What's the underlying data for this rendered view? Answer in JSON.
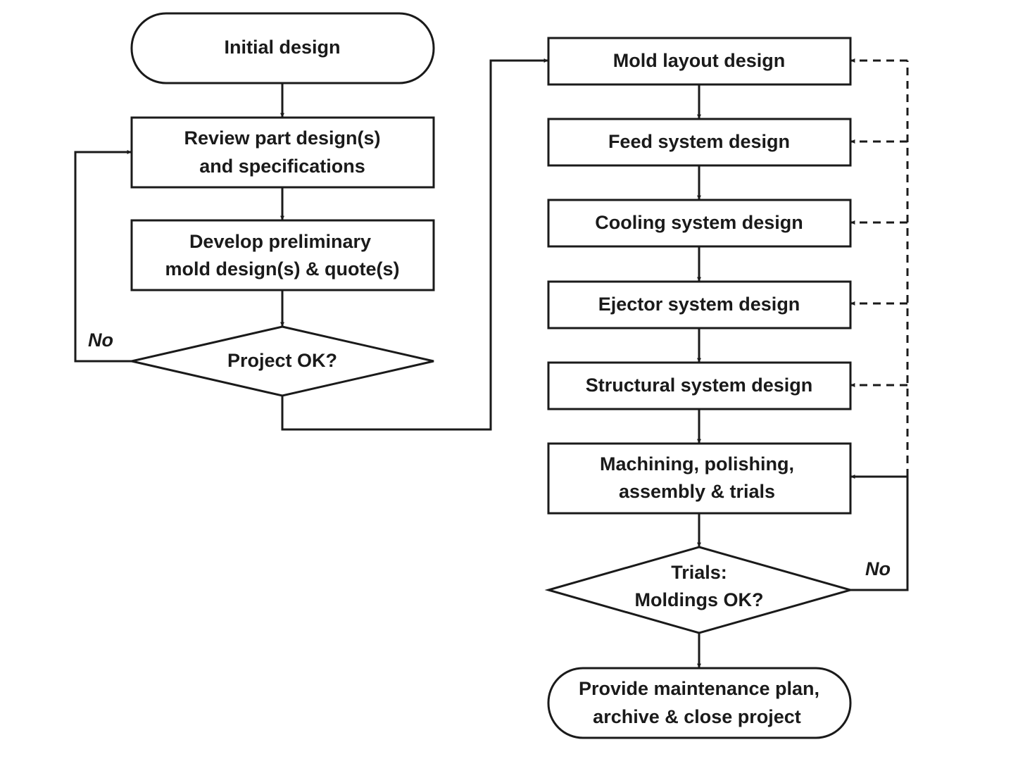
{
  "nodes": {
    "initial_design": "Initial design",
    "review_part_line1": "Review part design(s)",
    "review_part_line2": "and specifications",
    "develop_line1": "Develop preliminary",
    "develop_line2": "mold design(s) & quote(s)",
    "project_ok": "Project OK?",
    "mold_layout": "Mold layout design",
    "feed_system": "Feed system design",
    "cooling_system": "Cooling system design",
    "ejector_system": "Ejector system design",
    "structural_system": "Structural system design",
    "machining_line1": "Machining, polishing,",
    "machining_line2": "assembly & trials",
    "trials_line1": "Trials:",
    "trials_line2": "Moldings OK?",
    "provide_line1": "Provide maintenance plan,",
    "provide_line2": "archive & close project"
  },
  "edge_labels": {
    "project_no": "No",
    "trials_no": "No"
  }
}
